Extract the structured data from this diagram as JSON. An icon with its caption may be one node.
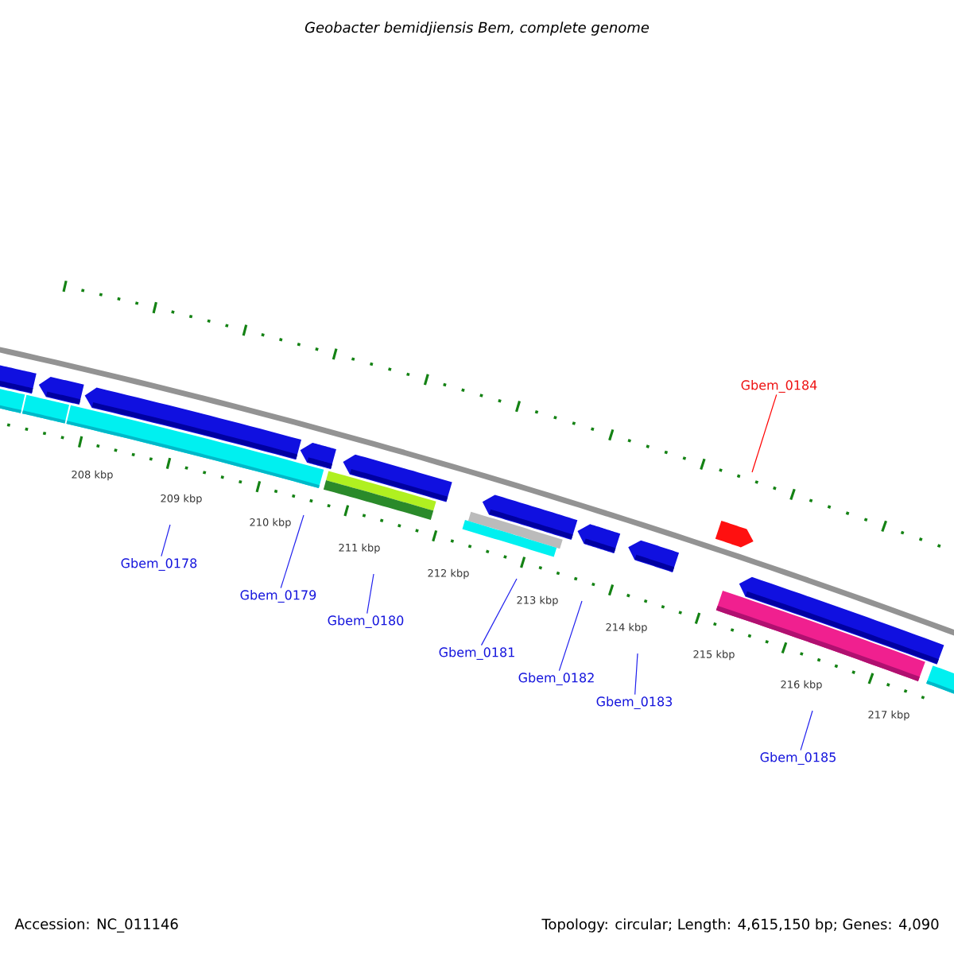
{
  "diagram": {
    "title": "Geobacter bemidjiensis Bem, complete genome",
    "nodes": [
      {
        "text": [
          "Gbem_0178"
        ]
      },
      {
        "text": [
          "Gbem_0179"
        ]
      },
      {
        "text": [
          "Gbem_0180"
        ]
      },
      {
        "text": [
          "Gbem_0181"
        ]
      },
      {
        "text": [
          "Gbem_0182"
        ]
      },
      {
        "text": [
          "Gbem_0183"
        ]
      },
      {
        "text": [
          "Gbem_0184"
        ]
      },
      {
        "text": [
          "Gbem_0185"
        ]
      }
    ],
    "edges": [
      {
        "from": 0,
        "to": null,
        "arrow": "none"
      },
      {
        "from": 1,
        "to": null,
        "arrow": "none"
      },
      {
        "from": 2,
        "to": null,
        "arrow": "none"
      },
      {
        "from": 3,
        "to": null,
        "arrow": "none"
      },
      {
        "from": 4,
        "to": null,
        "arrow": "none"
      },
      {
        "from": 5,
        "to": null,
        "arrow": "none"
      },
      {
        "from": 6,
        "to": null,
        "arrow": "none",
        "color": "#ff0000"
      },
      {
        "from": 7,
        "to": null,
        "arrow": "none"
      }
    ],
    "labels": [
      "208 kbp",
      "209 kbp",
      "210 kbp",
      "211 kbp",
      "212 kbp",
      "213 kbp",
      "214 kbp",
      "215 kbp",
      "216 kbp",
      "217 kbp",
      "Accession: NC_011146",
      "Topology: circular; Length: 4,615,150 bp; Genes: 4,090"
    ]
  }
}
